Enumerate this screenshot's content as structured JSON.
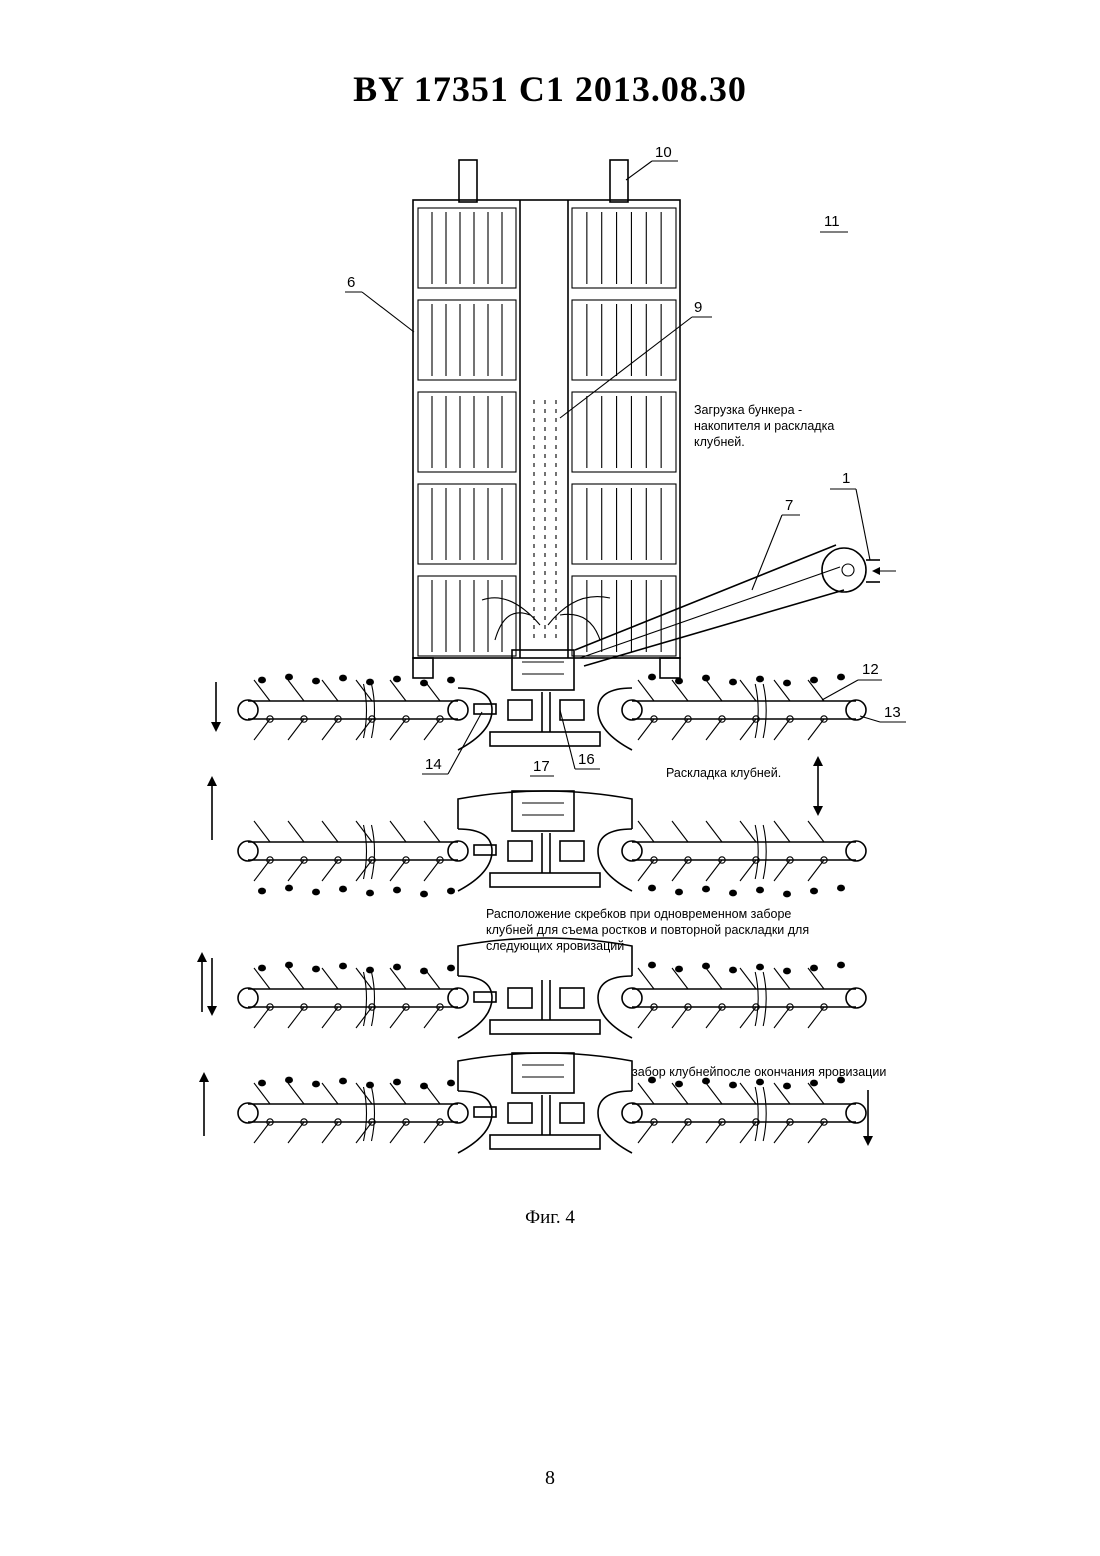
{
  "document": {
    "header": "BY 17351 C1 2013.08.30",
    "figure_caption": "Фиг. 4",
    "page_number": "8"
  },
  "figure": {
    "labels": {
      "l10": "10",
      "l11": "11",
      "l6": "6",
      "l9": "9",
      "l7": "7",
      "l1": "1",
      "l12": "12",
      "l13": "13",
      "l14": "14",
      "l16": "16",
      "l17": "17"
    },
    "annotations": {
      "loading_line1": "Загрузка бункера -",
      "loading_line2": "накопителя и раскладка",
      "loading_line3": "клубней.",
      "layout": "Раскладка клубней.",
      "scrapers_line1": "Расположение скребков при одновременном заборе",
      "scrapers_line2": "клубней для съема ростков и повторной раскладки для",
      "scrapers_line3": "следующих яровизаций",
      "collection": "забор клубнейпосле окончания яровизации"
    }
  }
}
